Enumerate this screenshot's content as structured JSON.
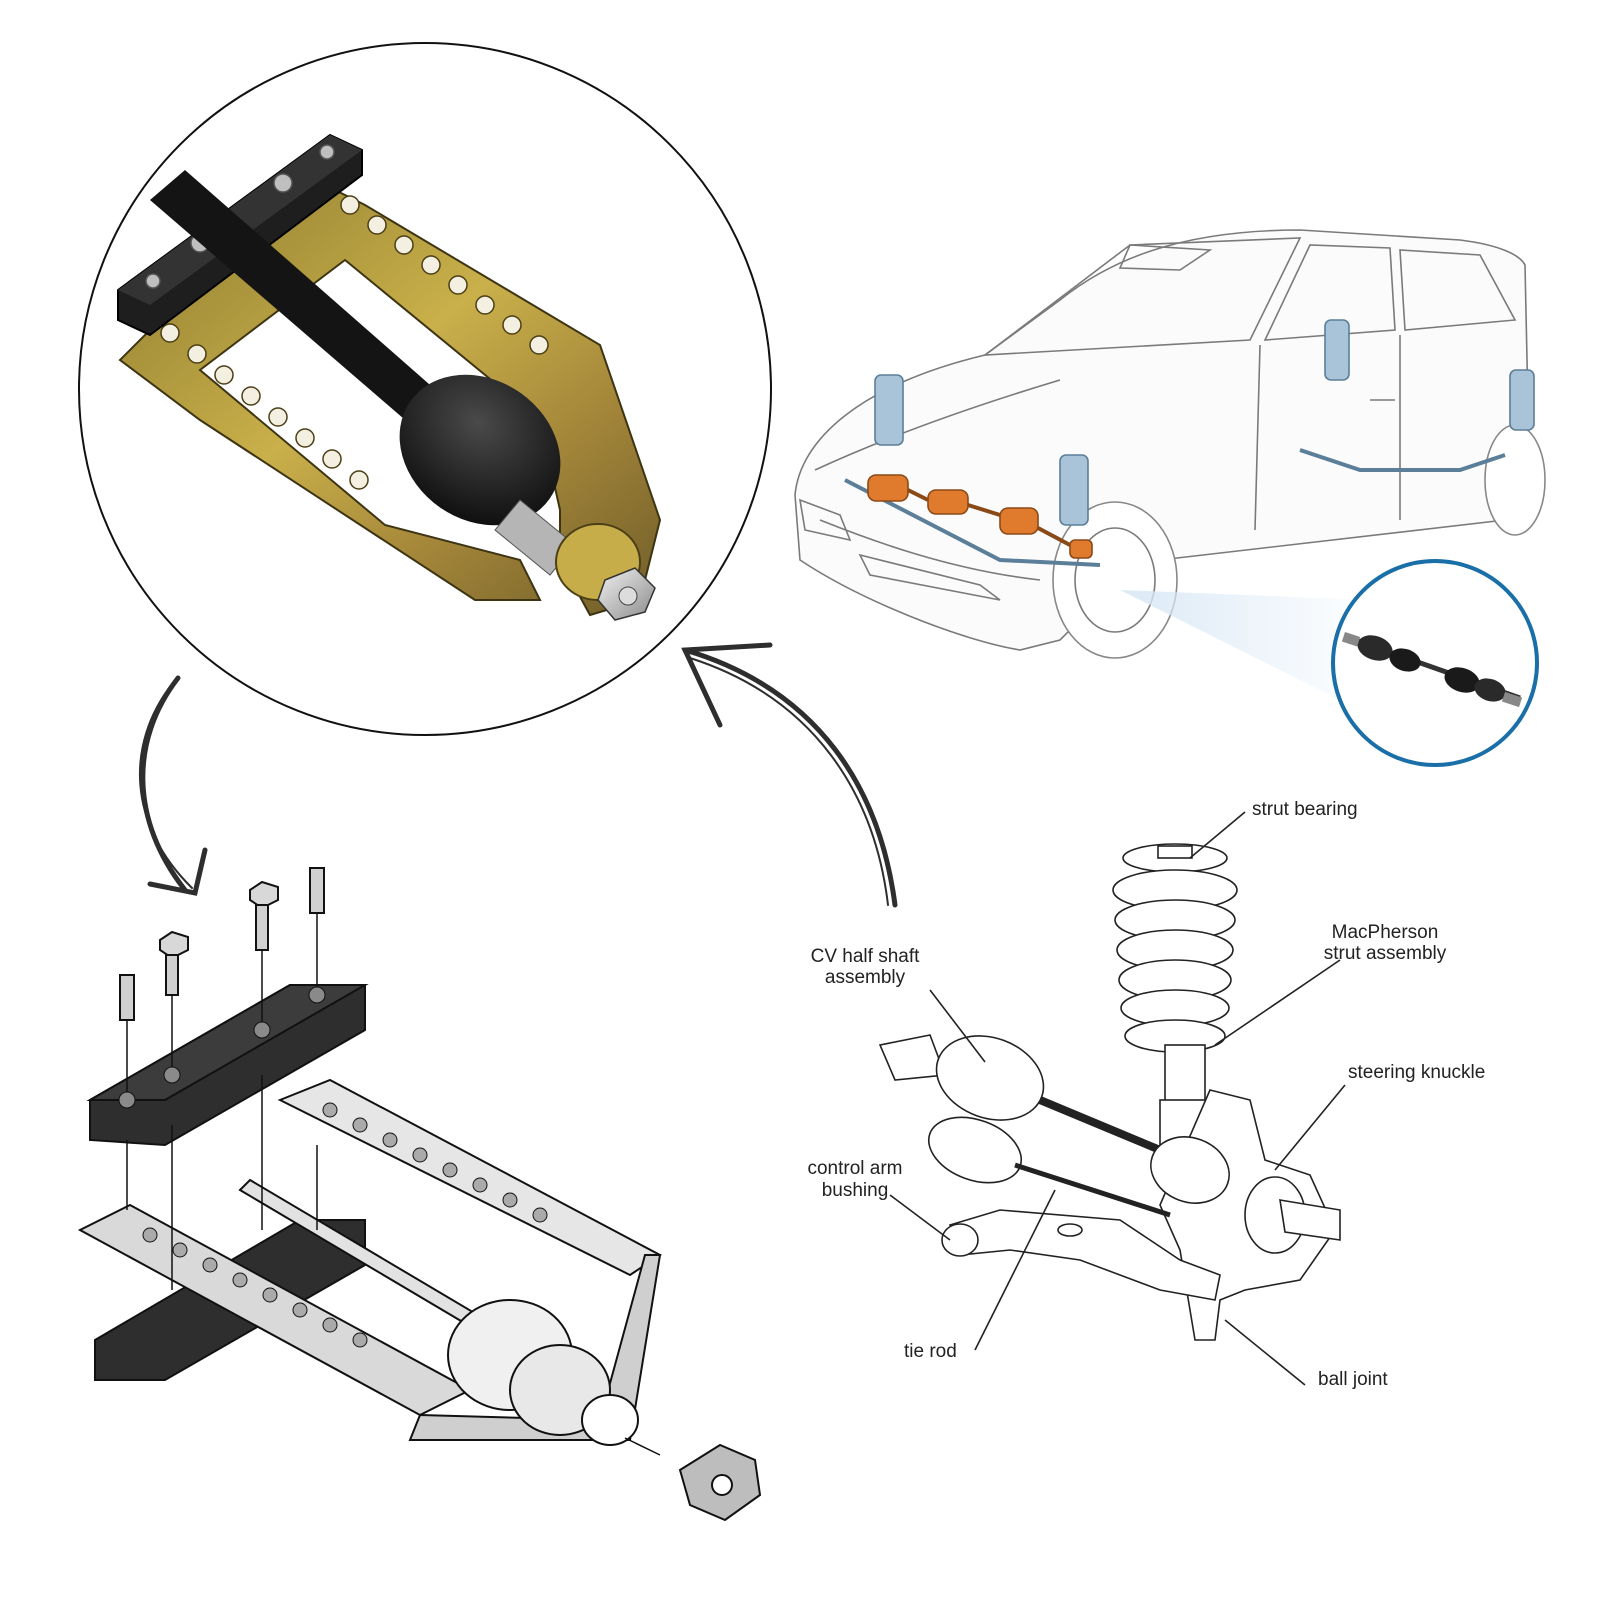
{
  "colors": {
    "background": "#ffffff",
    "outline": "#111111",
    "tool_brass": "#b39a3c",
    "tool_black": "#1d1d1d",
    "cv_orange": "#e07a2c",
    "strut_blue": "#a9c4d9",
    "callout_ring": "#1a6fa8",
    "sketch_dark": "#2e2e2e",
    "plate_gray": "#d9d9d9"
  },
  "labels": {
    "strut_bearing": "strut bearing",
    "macpherson_line1": "MacPherson",
    "macpherson_line2": "strut assembly",
    "steering_knuckle": "steering knuckle",
    "cv_half_shaft_line1": "CV half shaft",
    "cv_half_shaft_line2": "assembly",
    "control_arm_line1": "control arm",
    "control_arm_line2": "bushing",
    "tie_rod": "tie rod",
    "ball_joint": "ball joint"
  },
  "icons": {
    "tool_photo": "ball-joint-separator-tool-icon",
    "car": "car-suspension-cutaway-icon",
    "cv_shaft": "cv-axle-shaft-icon",
    "exploded_tool": "exploded-separator-tool-icon",
    "suspension": "macpherson-suspension-icon",
    "arrow_down": "curved-arrow-down-icon",
    "arrow_up": "curved-arrow-up-icon"
  }
}
